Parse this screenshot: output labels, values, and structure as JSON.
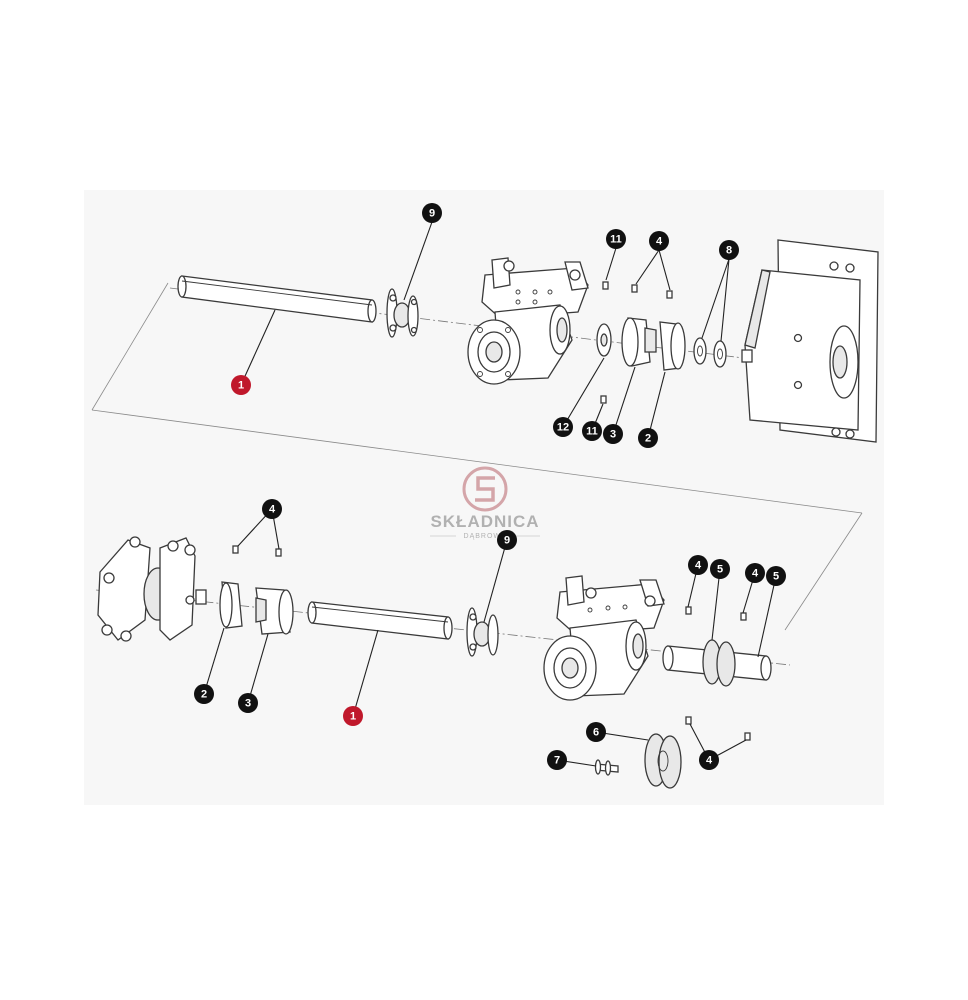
{
  "watermark": {
    "brand": "SKŁADNICA",
    "sub": "DĄBROWA"
  },
  "colors": {
    "highlight_callout": "#c0182b",
    "standard_callout": "#111111",
    "linework": "#3a3a3a",
    "panel": "#f7f7f7",
    "watermark_logo": "#c98a8f"
  },
  "callouts": {
    "top": [
      {
        "label": "9",
        "highlight": false
      },
      {
        "label": "11",
        "highlight": false
      },
      {
        "label": "4",
        "highlight": false
      },
      {
        "label": "8",
        "highlight": false
      },
      {
        "label": "1",
        "highlight": true
      },
      {
        "label": "12",
        "highlight": false
      },
      {
        "label": "11",
        "highlight": false
      },
      {
        "label": "3",
        "highlight": false
      },
      {
        "label": "2",
        "highlight": false
      }
    ],
    "bottom": [
      {
        "label": "4",
        "highlight": false
      },
      {
        "label": "9",
        "highlight": false
      },
      {
        "label": "4",
        "highlight": false
      },
      {
        "label": "5",
        "highlight": false
      },
      {
        "label": "4",
        "highlight": false
      },
      {
        "label": "5",
        "highlight": false
      },
      {
        "label": "2",
        "highlight": false
      },
      {
        "label": "3",
        "highlight": false
      },
      {
        "label": "1",
        "highlight": true
      },
      {
        "label": "6",
        "highlight": false
      },
      {
        "label": "7",
        "highlight": false
      },
      {
        "label": "4",
        "highlight": false
      }
    ]
  }
}
